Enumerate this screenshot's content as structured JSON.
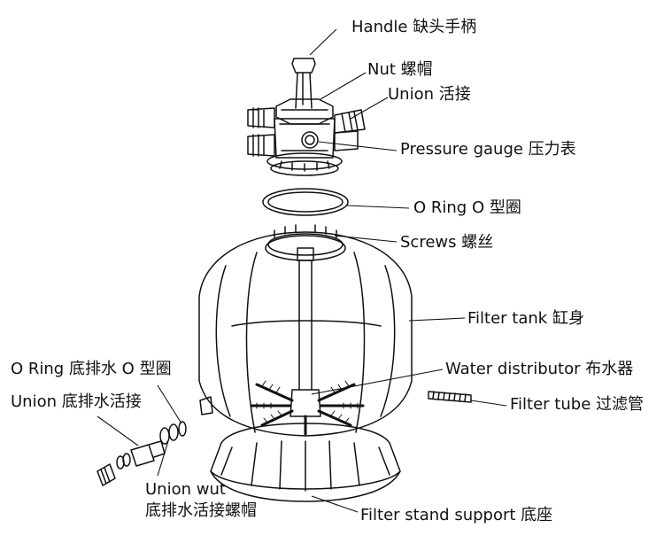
{
  "labels": {
    "handle": "Handle 缺头手柄",
    "nut": "Nut 螺帽",
    "union_top": "Union  活接",
    "pressure_gauge": "Pressure gauge 压力表",
    "o_ring_top": "O Ring O 型圈",
    "screws": "Screws 螺丝",
    "filter_tank": "Filter tank 缸身",
    "water_distributor": "Water distributor 布水器",
    "filter_tube": "Filter tube 过滤管",
    "o_ring_drain": "O Ring  底排水 O 型圈",
    "union_drain": "Union  底排水活接",
    "union_wut_line1": "Union wut",
    "union_wut_line2": "底排水活接螺帽",
    "filter_stand_support": "Filter stand support 底座"
  }
}
